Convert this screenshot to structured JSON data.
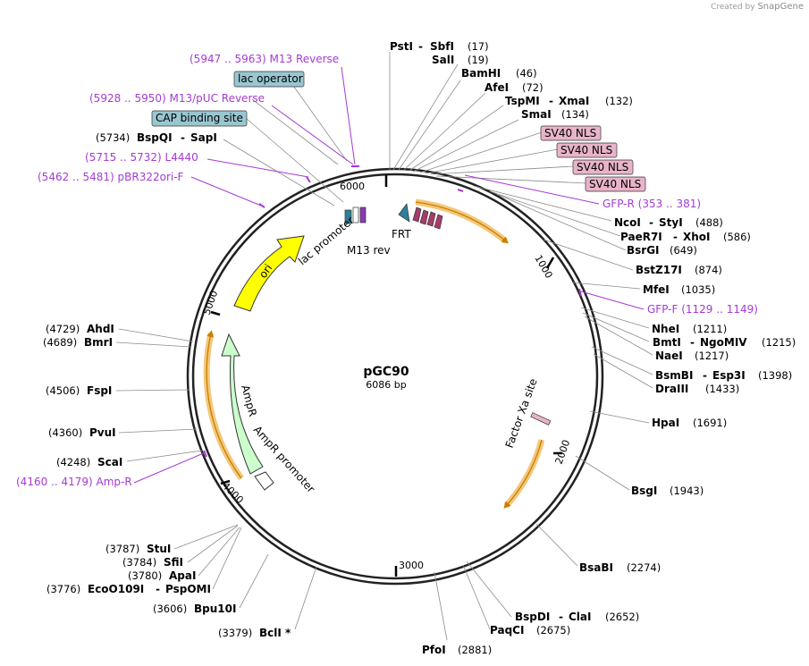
{
  "credit": {
    "prefix": "Created by",
    "brand": "SnapGene"
  },
  "plasmid": {
    "name": "pGC90",
    "length": "6086 bp"
  },
  "ticks": [
    "1000",
    "2000",
    "3000",
    "4000",
    "5000",
    "6000"
  ],
  "enzymes": {
    "PstI": "PstI",
    "SbfI": "SbfI",
    "p17": "(17)",
    "SalI": "SalI",
    "p19": "(19)",
    "BamHI": "BamHI",
    "p46": "(46)",
    "AfeI": "AfeI",
    "p72": "(72)",
    "TspMI": "TspMI",
    "XmaI": "XmaI",
    "p132": "(132)",
    "SmaI": "SmaI",
    "p134": "(134)",
    "NcoI": "NcoI",
    "StyI": "StyI",
    "p488": "(488)",
    "PaeR7I": "PaeR7I",
    "XhoI": "XhoI",
    "p586": "(586)",
    "BsrGI": "BsrGI",
    "p649": "(649)",
    "BstZ17I": "BstZ17I",
    "p874": "(874)",
    "MfeI": "MfeI",
    "p1035": "(1035)",
    "NheI": "NheI",
    "p1211": "(1211)",
    "BmtI": "BmtI",
    "NgoMIV": "NgoMIV",
    "p1215": "(1215)",
    "NaeI": "NaeI",
    "p1217": "(1217)",
    "BsmBI": "BsmBI",
    "Esp3I": "Esp3I",
    "p1398": "(1398)",
    "DraIII": "DraIII",
    "p1433": "(1433)",
    "HpaI": "HpaI",
    "p1691": "(1691)",
    "BsgI": "BsgI",
    "p1943": "(1943)",
    "BsaBI": "BsaBI",
    "p2274": "(2274)",
    "BspDI": "BspDI",
    "ClaI": "ClaI",
    "p2652": "(2652)",
    "PaqCI": "PaqCI",
    "p2675": "(2675)",
    "PfoI": "PfoI",
    "p2881": "(2881)",
    "BclI": "BclI *",
    "p3379": "(3379)",
    "Bpu10I": "Bpu10I",
    "p3606": "(3606)",
    "EcoO109I": "EcoO109I",
    "PspOMI": "PspOMI",
    "p3776": "(3776)",
    "ApaI": "ApaI",
    "p3780": "(3780)",
    "SflI": "SfiI",
    "p3784": "(3784)",
    "StuI": "StuI",
    "p3787": "(3787)",
    "ScaI": "ScaI",
    "p4248": "(4248)",
    "PvuI": "PvuI",
    "p4360": "(4360)",
    "FspI": "FspI",
    "p4506": "(4506)",
    "BmrI": "BmrI",
    "p4689": "(4689)",
    "AhdI": "AhdI",
    "p4729": "(4729)",
    "BspQI": "BspQI",
    "SapI": "SapI",
    "p5734": "(5734)"
  },
  "primers": {
    "m13rev": "(5947 .. 5963)  M13 Reverse",
    "m13puc": "(5928 .. 5950)  M13/pUC Reverse",
    "l4440": "(5715 .. 5732)  L4440",
    "pbr322": "(5462 .. 5481)  pBR322ori-F",
    "gfpr": "GFP-R   (353 .. 381)",
    "gfpf": "GFP-F   (1129 .. 1149)",
    "ampr": "(4160 .. 4179)  Amp-R"
  },
  "boxes": {
    "lac_operator": "lac operator",
    "cap_site": "CAP binding site",
    "sv40_1": "SV40 NLS",
    "sv40_2": "SV40 NLS",
    "sv40_3": "SV40 NLS",
    "sv40_4": "SV40 NLS"
  },
  "features": {
    "ori": "ori",
    "ampr": "AmpR",
    "ampr_promoter": "AmpR promoter",
    "lac_promoter": "lac promoter",
    "m13_rev": "M13 rev",
    "frt": "FRT",
    "factor_xa": "Factor Xa site"
  },
  "colors": {
    "ori": "#ffff00",
    "ampr": "#ccffcc",
    "orange": "#f5c77a",
    "sv40": "#e8b4c9",
    "box_blue": "#99c6d1",
    "primer": "#a43bd4",
    "frt": "#2f7f9a"
  }
}
